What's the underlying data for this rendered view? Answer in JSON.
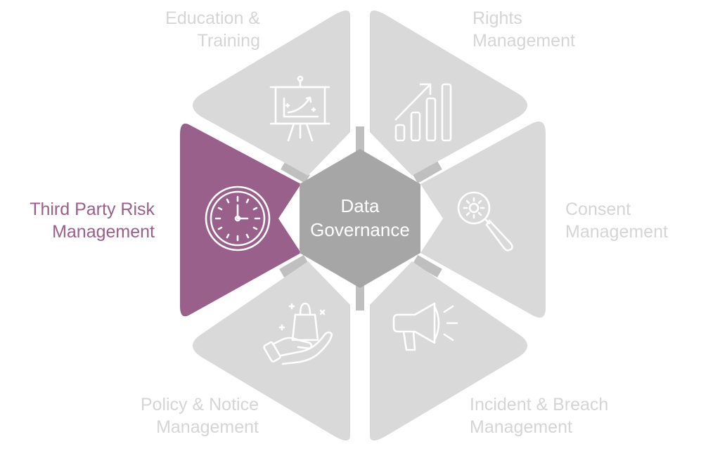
{
  "center": {
    "line1": "Data",
    "line2": "Governance"
  },
  "colors": {
    "active": "#98608A",
    "inactive": "#D9D9D9",
    "center": "#A6A6A6",
    "connector": "#BFBFBF",
    "label_inactive": "#D5D5D5",
    "icon_stroke": "#FFFFFF"
  },
  "segments": [
    {
      "id": "education",
      "line1": "Education &",
      "line2": "Training",
      "icon": "presentation-board-icon",
      "active": false
    },
    {
      "id": "rights",
      "line1": "Rights",
      "line2": "Management",
      "icon": "bar-chart-growth-icon",
      "active": false
    },
    {
      "id": "consent",
      "line1": "Consent",
      "line2": "Management",
      "icon": "magnifier-gear-icon",
      "active": false
    },
    {
      "id": "incident",
      "line1": "Incident & Breach",
      "line2": "Management",
      "icon": "megaphone-icon",
      "active": false
    },
    {
      "id": "policy",
      "line1": "Policy & Notice",
      "line2": "Management",
      "icon": "hand-shopping-bag-icon",
      "active": false
    },
    {
      "id": "third-party",
      "line1": "Third Party Risk",
      "line2": "Management",
      "icon": "clock-icon",
      "active": true
    }
  ]
}
